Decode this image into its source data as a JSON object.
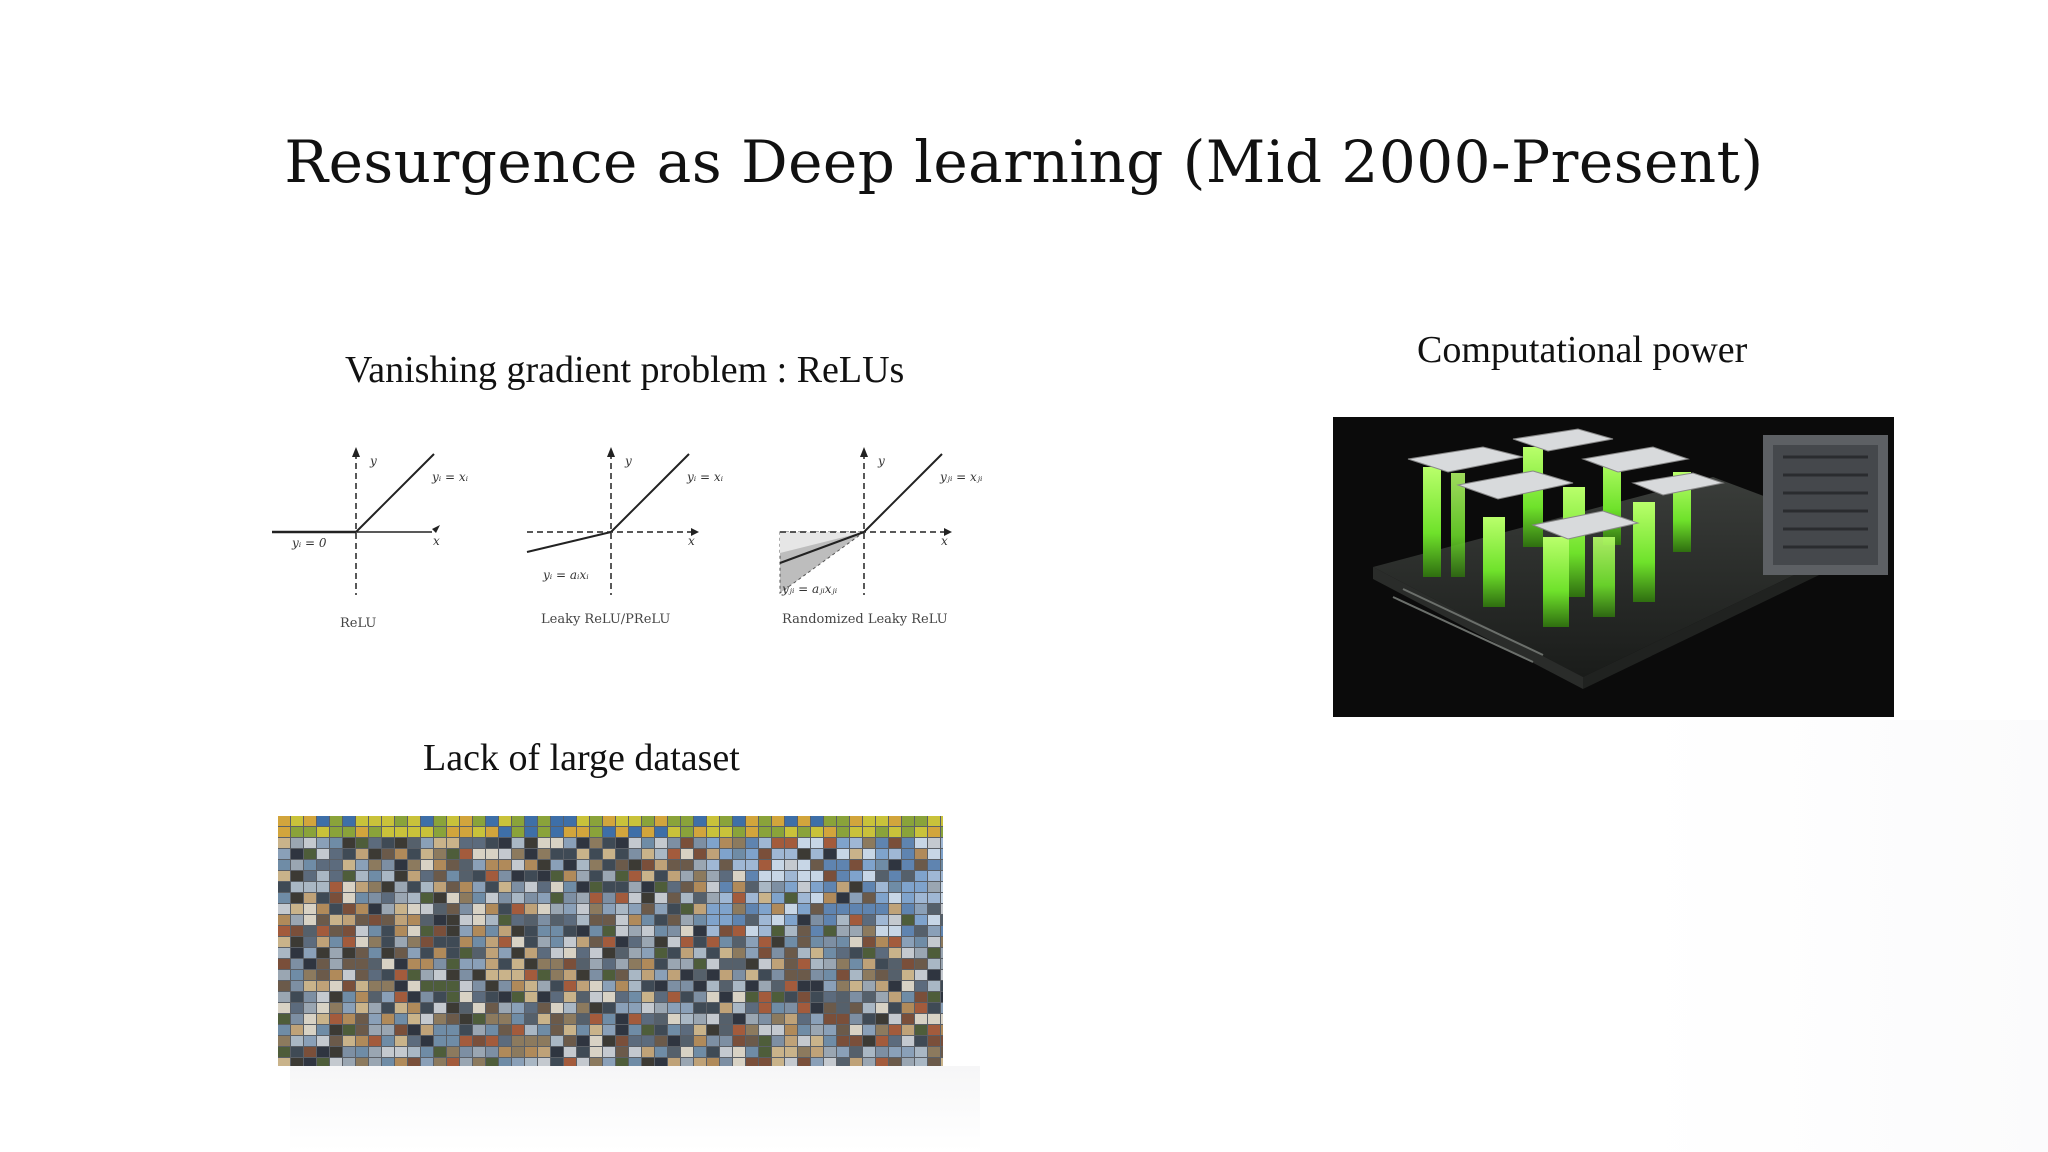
{
  "slide": {
    "title": "Resurgence as Deep learning (Mid 2000-Present)"
  },
  "sections": {
    "relu": {
      "heading": "Vanishing gradient problem : ReLUs",
      "plots": [
        {
          "label": "ReLU",
          "eq_pos": "yᵢ = xᵢ",
          "eq_neg": "yᵢ = 0",
          "y": "y",
          "x": "x"
        },
        {
          "label": "Leaky ReLU/PReLU",
          "eq_pos": "yᵢ = xᵢ",
          "eq_neg": "yᵢ = aᵢxᵢ",
          "y": "y",
          "x": "x"
        },
        {
          "label": "Randomized Leaky ReLU",
          "eq_pos": "yⱼᵢ = xⱼᵢ",
          "eq_neg": "yⱼᵢ = aⱼᵢxⱼᵢ",
          "y": "y",
          "x": "x"
        }
      ]
    },
    "compute": {
      "heading": "Computational power",
      "image": "gpu-cluster-illustration"
    },
    "dataset": {
      "heading": "Lack of large dataset",
      "image": "image-thumbnail-mosaic"
    }
  },
  "colors": {
    "gpu_glow": "#7cff3a",
    "gpu_background": "#0b0b0b",
    "text": "#111111"
  }
}
